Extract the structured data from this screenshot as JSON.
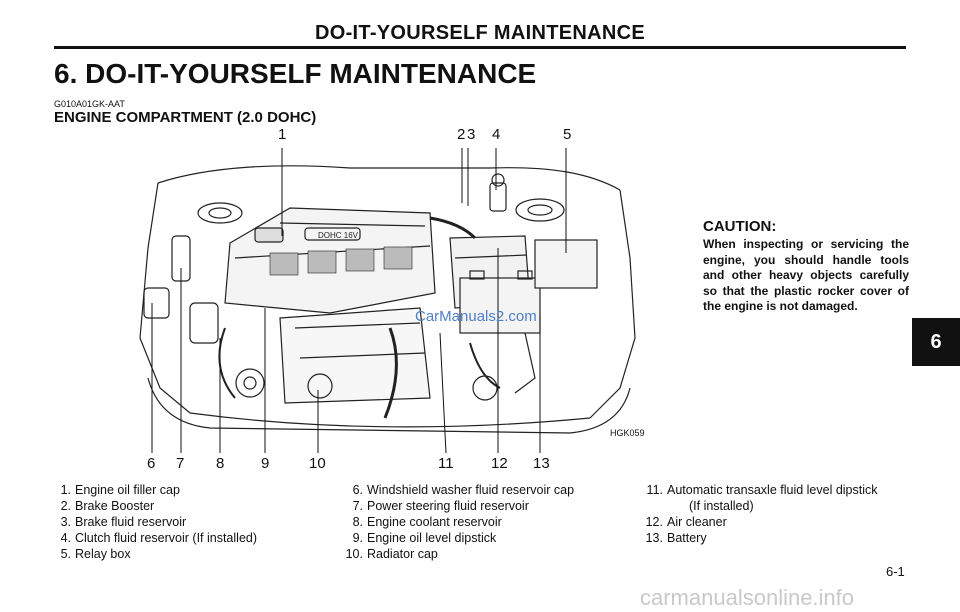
{
  "header": {
    "running_head": "DO-IT-YOURSELF MAINTENANCE"
  },
  "chapter": {
    "title": "6. DO-IT-YOURSELF MAINTENANCE",
    "tab": "6"
  },
  "section": {
    "code": "G010A01GK-AAT",
    "title": "ENGINE COMPARTMENT (2.0 DOHC)"
  },
  "figure": {
    "code": "HGK059",
    "engine_label": "DOHC 16V",
    "watermark": "CarManuals2.com",
    "top_callouts": [
      "1",
      "2",
      "3",
      "4",
      "5"
    ],
    "bottom_callouts": [
      "6",
      "7",
      "8",
      "9",
      "10",
      "11",
      "12",
      "13"
    ]
  },
  "caution": {
    "title": "CAUTION:",
    "body": "When inspecting or servicing the engine, you should handle tools and other heavy objects carefully so that the plastic rocker cover of the engine is not damaged."
  },
  "legend": {
    "col1": [
      {
        "num": "1.",
        "text": "Engine oil filler cap"
      },
      {
        "num": "2.",
        "text": "Brake Booster"
      },
      {
        "num": "3.",
        "text": "Brake fluid reservoir"
      },
      {
        "num": "4.",
        "text": "Clutch fluid reservoir (If installed)"
      },
      {
        "num": "5.",
        "text": "Relay box"
      }
    ],
    "col2": [
      {
        "num": "6.",
        "text": "Windshield washer fluid reservoir cap"
      },
      {
        "num": "7.",
        "text": "Power steering fluid reservoir"
      },
      {
        "num": "8.",
        "text": "Engine coolant reservoir"
      },
      {
        "num": "9.",
        "text": "Engine oil level dipstick"
      },
      {
        "num": "10.",
        "text": "Radiator cap"
      }
    ],
    "col3": [
      {
        "num": "11.",
        "text": "Automatic transaxle fluid level dipstick",
        "cont": "(If installed)"
      },
      {
        "num": "12.",
        "text": "Air cleaner"
      },
      {
        "num": "13.",
        "text": "Battery"
      }
    ]
  },
  "page": {
    "number": "6-1"
  },
  "footer": {
    "site": "carmanualsonline.info"
  }
}
